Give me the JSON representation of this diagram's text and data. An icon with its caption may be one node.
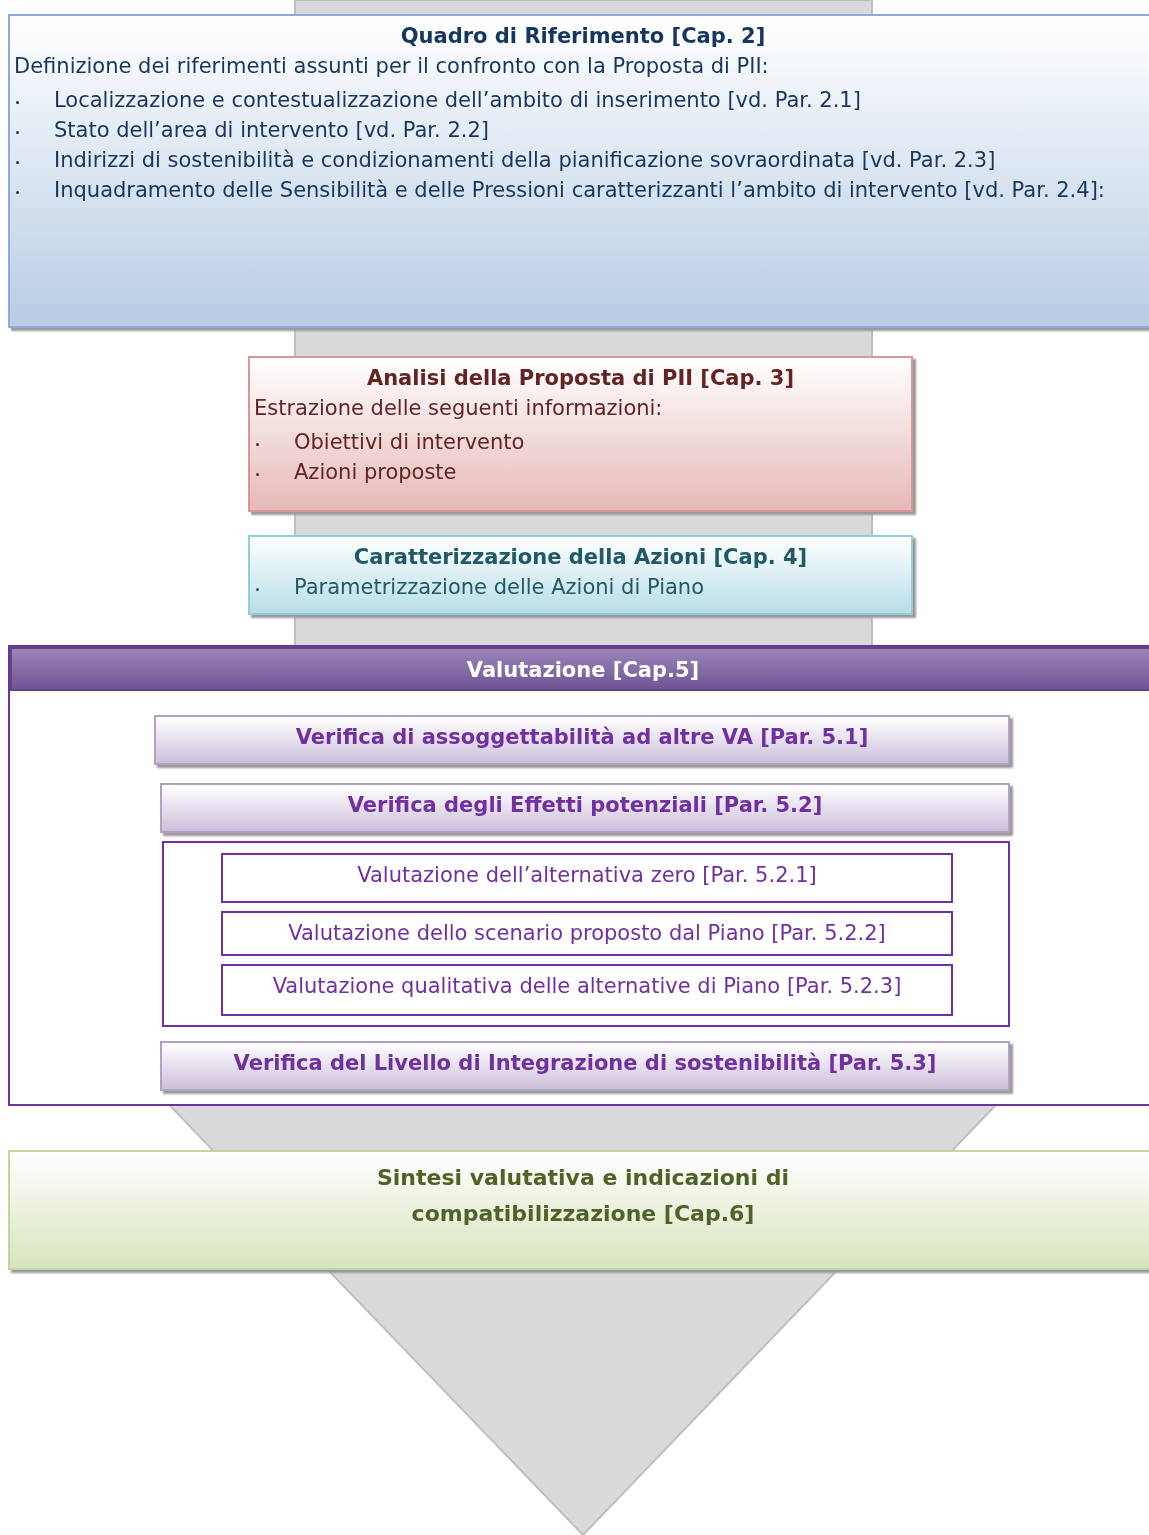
{
  "diagram": {
    "nodes": [
      {
        "text": [
          "Quadro di Riferimento [Cap. 2]",
          "Definizione dei riferimenti assunti per il confronto con la Proposta di PII:",
          "Localizzazione e contestualizzazione dell’ambito di inserimento [vd. Par. 2.1]",
          "Stato dell’area di intervento [vd. Par. 2.2]",
          "Indirizzi di sostenibilità e condizionamenti della pianificazione sovraordinata [vd. Par. 2.3]",
          "Inquadramento delle Sensibilità e delle Pressioni caratterizzanti l’ambito di intervento [vd. Par. 2.4]:"
        ]
      },
      {
        "text": [
          "Analisi della Proposta di PII [Cap. 3]",
          "Estrazione delle seguenti informazioni:",
          "Obiettivi di intervento",
          "Azioni proposte"
        ]
      },
      {
        "text": [
          "Caratterizzazione della Azioni [Cap. 4]",
          "Parametrizzazione delle Azioni di Piano"
        ]
      },
      {
        "text": [
          "Valutazione [Cap.5]"
        ]
      },
      {
        "text": [
          "Verifica di assoggettabilità ad altre VA [Par. 5.1]"
        ],
        "in": 3
      },
      {
        "text": [
          "Verifica degli Effetti potenziali [Par. 5.2]"
        ],
        "in": 3
      },
      {
        "text": [],
        "shape": "box",
        "in": 3
      },
      {
        "text": [
          "Valutazione dell’alternativa zero [Par. 5.2.1]"
        ],
        "in": 6
      },
      {
        "text": [
          "Valutazione dello scenario proposto dal Piano [Par. 5.2.2]"
        ],
        "in": 6
      },
      {
        "text": [
          "Valutazione qualitativa delle alternative di Piano [Par. 5.2.3]"
        ],
        "in": 6
      },
      {
        "text": [
          "Verifica del Livello di Integrazione di sostenibilità [Par. 5.3]"
        ],
        "in": 3
      },
      {
        "text": [
          "Sintesi valutativa e indicazioni di compatibilizzazione [Cap.6]"
        ]
      }
    ],
    "edges": []
  }
}
